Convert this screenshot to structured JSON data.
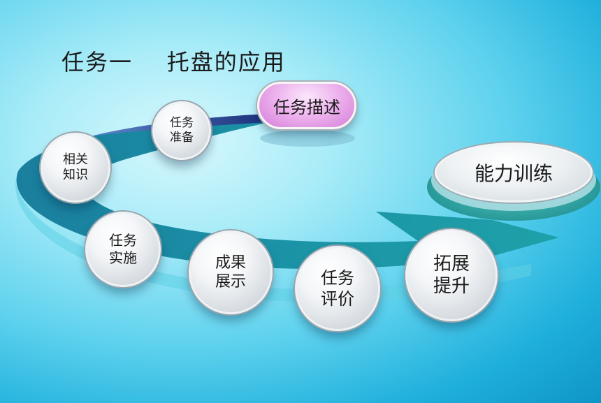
{
  "title": "任务一    托盘的应用",
  "highlight_button": "任务描述",
  "ability_button": "能力训练",
  "steps": [
    {
      "line1": "任务",
      "line2": "准备"
    },
    {
      "line1": "相关",
      "line2": "知识"
    },
    {
      "line1": "任务",
      "line2": "实施"
    },
    {
      "line1": "成果",
      "line2": "展示"
    },
    {
      "line1": "任务",
      "line2": "评价"
    },
    {
      "line1": "拓展",
      "line2": "提升"
    }
  ]
}
